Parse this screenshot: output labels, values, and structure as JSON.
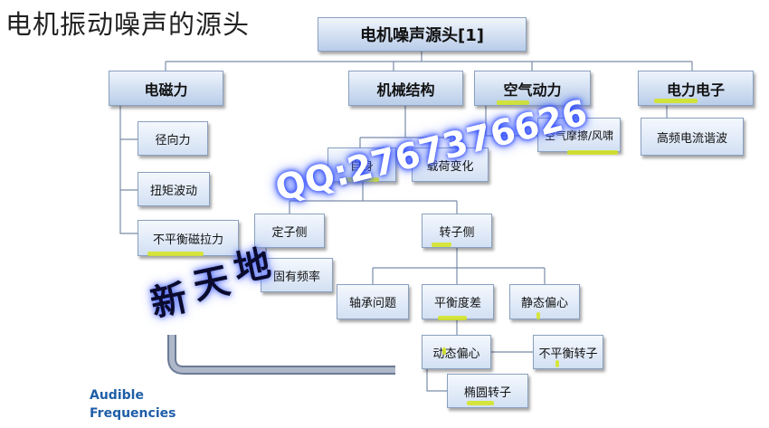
{
  "page": {
    "title": "电机振动噪声的源头"
  },
  "diagram": {
    "root": "电机噪声源头[1]",
    "categories": {
      "electromagnetic": "电磁力",
      "mechanical": "机械结构",
      "aerodynamic": "空气动力",
      "electronic": "电力电子"
    },
    "electromagnetic_items": {
      "radial": "径向力",
      "torque": "扭矩波动",
      "unbalanced_pull": "不平衡磁拉力"
    },
    "aerodynamic_items": {
      "wind_noise": "空气摩擦/风啸"
    },
    "electronic_items": {
      "harmonics": "高频电流谐波"
    },
    "mechanical_items": {
      "self": "自身",
      "load_change": "载荷变化"
    },
    "self_items": {
      "stator": "定子侧",
      "rotor": "转子侧"
    },
    "stator_items": {
      "natural_freq": "固有频率"
    },
    "rotor_items": {
      "bearing": "轴承问题",
      "balance": "平衡度差",
      "static_ecc": "静态偏心"
    },
    "balance_items": {
      "dynamic_ecc": "动态偏心",
      "unbalanced_rotor": "不平衡转子",
      "elliptical_rotor": "椭圆转子"
    }
  },
  "annotations": {
    "audible_line1": "Audible",
    "audible_line2": "Frequencies"
  },
  "watermark": {
    "chars": [
      "新",
      "天",
      "地"
    ],
    "qq": "QQ:2767376626"
  },
  "colors": {
    "box_border": "#8aa0c0",
    "box_fill_top": "#f4f8fe",
    "box_fill_bottom": "#d2e0f3",
    "connector": "#7a8ca8",
    "highlight": "#d5e51c",
    "audible_text": "#1f5ea8",
    "arrow": "#6b7a96"
  }
}
